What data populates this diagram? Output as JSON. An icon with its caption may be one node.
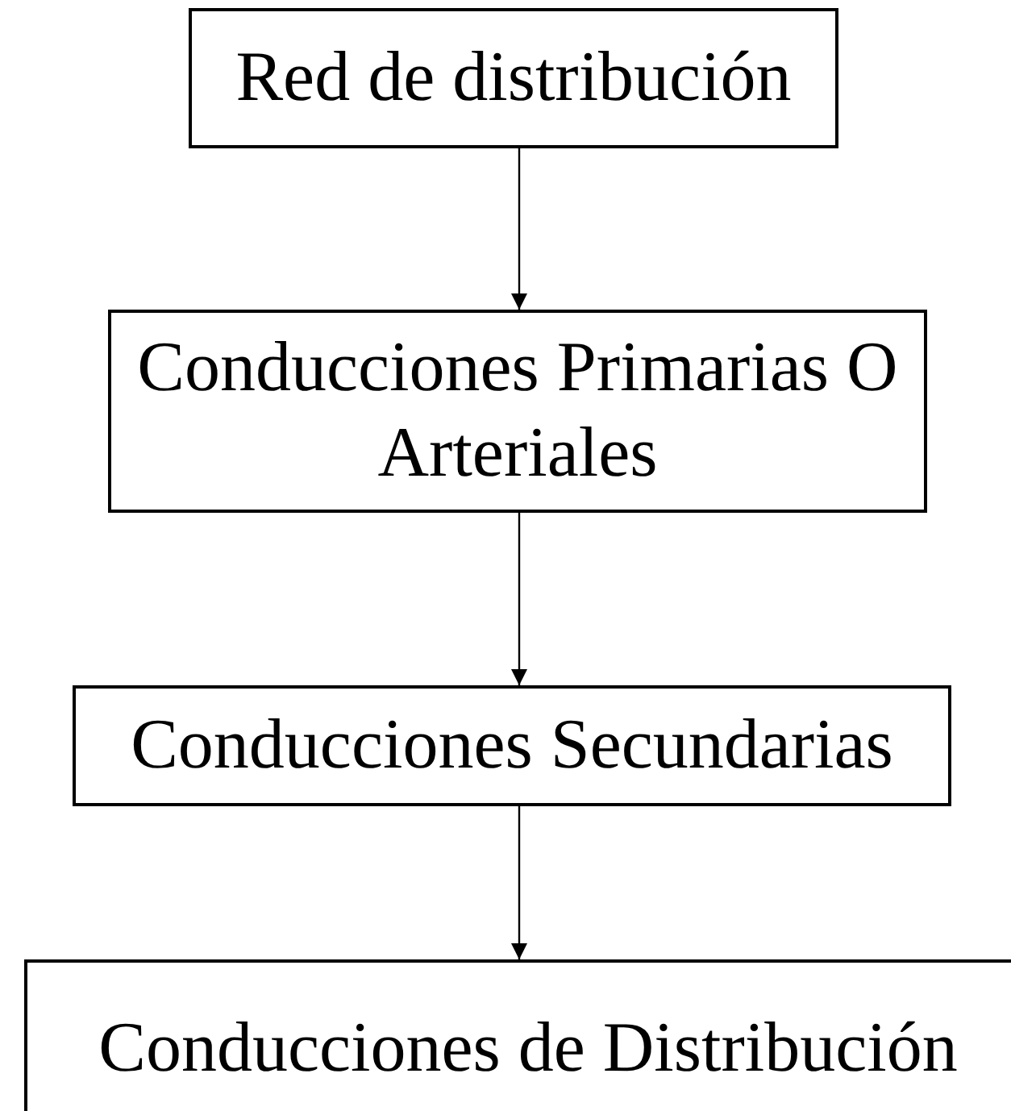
{
  "diagram": {
    "nodes": [
      {
        "text": [
          "Red de distribución"
        ]
      },
      {
        "text": [
          "Conducciones Primarias O Arteriales"
        ]
      },
      {
        "text": [
          "Conducciones Secundarias"
        ]
      },
      {
        "text": [
          "Conducciones de Distribución"
        ]
      }
    ],
    "edges": [
      {
        "from": 0,
        "to": 1,
        "arrow": "to"
      },
      {
        "from": 1,
        "to": 2,
        "arrow": "to"
      },
      {
        "from": 2,
        "to": 3,
        "arrow": "to"
      }
    ]
  }
}
